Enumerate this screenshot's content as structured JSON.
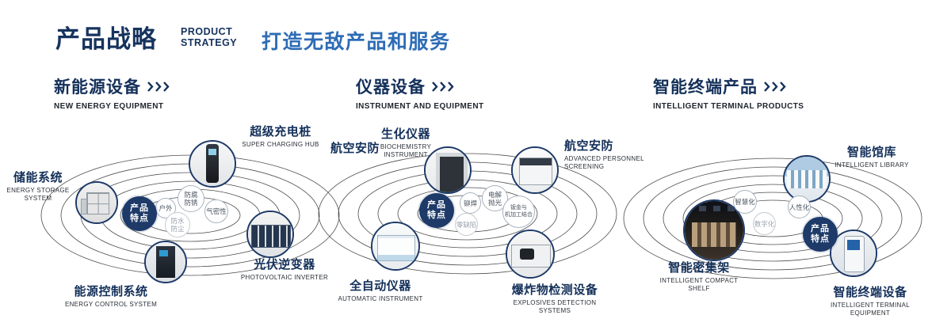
{
  "header": {
    "title_cn": "产品战略",
    "title_en_lines": [
      "PRODUCT",
      "STRATEGY"
    ],
    "slogan": "打造无敌产品和服务"
  },
  "badge": {
    "lines": [
      "产品",
      "特点"
    ]
  },
  "colors": {
    "navy": "#16335e",
    "blue": "#2e6cb5",
    "orbit": "#4d4d4d"
  },
  "sections": [
    {
      "title": "新能源设备",
      "subtitle": "NEW ENERGY EQUIPMENT",
      "products": [
        {
          "name": "储能系统",
          "en": "ENERGY STORAGE SYSTEM"
        },
        {
          "name": "超级充电桩",
          "en": "SUPER CHARGING HUB"
        },
        {
          "name": "光伏逆变器",
          "en": "PHOTOVOLTAIC INVERTER"
        },
        {
          "name": "能源控制系统",
          "en": "ENERGY CONTROL SYSTEM"
        }
      ],
      "features": [
        {
          "lines": [
            "户外"
          ]
        },
        {
          "lines": [
            "防腐",
            "防锈"
          ]
        },
        {
          "lines": [
            "气密性"
          ]
        },
        {
          "lines": [
            "防水",
            "防尘"
          ]
        }
      ]
    },
    {
      "title": "仪器设备",
      "subtitle": "INSTRUMENT AND EQUIPMENT",
      "products": [
        {
          "name": "航空安防",
          "en": ""
        },
        {
          "name": "生化仪器",
          "en": "BIOCHEMISTRY INSTRUMENT"
        },
        {
          "name": "航空安防",
          "en": "ADVANCED PERSONNEL SCREENING"
        },
        {
          "name": "全自动仪器",
          "en": "AUTOMATIC INSTRUMENT"
        },
        {
          "name": "爆炸物检测设备",
          "en": "EXPLOSIVES DETECTION SYSTEMS"
        }
      ],
      "features": [
        {
          "lines": [
            "铆焊"
          ]
        },
        {
          "lines": [
            "电解",
            "抛光"
          ]
        },
        {
          "lines": [
            "零缺陷"
          ]
        },
        {
          "lines": [
            "钣金与",
            "机加工结合"
          ]
        }
      ]
    },
    {
      "title": "智能终端产品",
      "subtitle": "INTELLIGENT TERMINAL PRODUCTS",
      "products": [
        {
          "name": "智能馆库",
          "en": "INTELLIGENT LIBRARY"
        },
        {
          "name": "智能密集架",
          "en": "INTELLIGENT COMPACT SHELF"
        },
        {
          "name": "智能终端设备",
          "en": "INTELLIGENT TERMINAL EQUIPMENT"
        }
      ],
      "features": [
        {
          "lines": [
            "智慧化"
          ]
        },
        {
          "lines": [
            "人性化"
          ]
        },
        {
          "lines": [
            "数字化"
          ]
        }
      ]
    }
  ]
}
